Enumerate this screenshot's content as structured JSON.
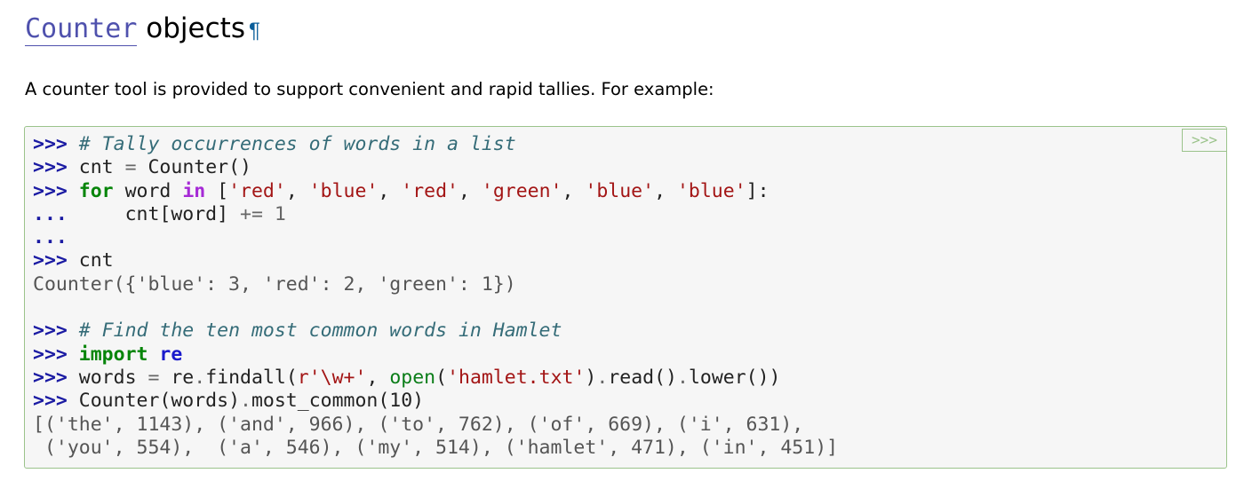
{
  "heading": {
    "code": "Counter",
    "text": " objects",
    "anchor": "¶"
  },
  "intro": "A counter tool is provided to support convenient and rapid tallies. For example:",
  "copy_button_label": ">>>",
  "code": {
    "prompt": ">>>",
    "continuation": "...",
    "comment1": "# Tally occurrences of words in a list",
    "l2_var": "cnt",
    "l2_eq": " = ",
    "l2_call": "Counter()",
    "kw_for": "for",
    "l3_word": " word ",
    "kw_in": "in",
    "l3_open": " [",
    "s_red": "'red'",
    "s_blue": "'blue'",
    "s_green": "'green'",
    "comma": ", ",
    "l3_close": "]:",
    "l4_indent": "    ",
    "l4_stmt": "cnt[word] ",
    "l4_op": "+=",
    "l4_num": " 1",
    "l6_cnt": "cnt",
    "out1": "Counter({'blue': 3, 'red': 2, 'green': 1})",
    "comment2": "# Find the ten most common words in Hamlet",
    "kw_import": "import",
    "mod_re": "re",
    "l10_words": "words ",
    "l10_eq": "=",
    "l10_re": " re",
    "dot": ".",
    "l10_findall": "findall(",
    "s_regex": "r'\\w+'",
    "open_fn": "open",
    "paren_open": "(",
    "s_file": "'hamlet.txt'",
    "l10_tail1": ")",
    "l10_read": "read()",
    "l10_lower": "lower())",
    "l11_counter": "Counter(words)",
    "l11_mc": "most_common(10)",
    "out2a": "[('the', 1143), ('and', 966), ('to', 762), ('of', 669), ('i', 631),",
    "out2b": " ('you', 554),  ('a', 546), ('my', 514), ('hamlet', 471), ('in', 451)]"
  }
}
